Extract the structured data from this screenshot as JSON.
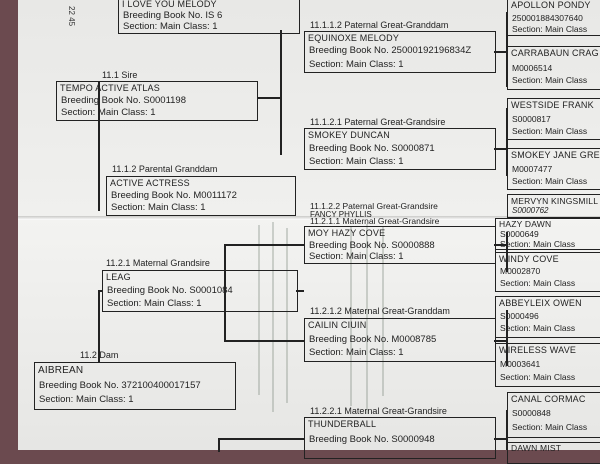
{
  "page_ref": "22 45",
  "top_labels": {
    "sire": "11.1 Sire",
    "parental_granddam": "11.1.2 Parental Granddam",
    "paternal_great_granddam": "11.1.1.2 Paternal Great-Granddam",
    "paternal_great_grandsire": "11.1.2.1 Paternal Great-Grandsire",
    "paternal_great_grandsire_2": "11.1.2.2 Paternal Great-Grandsire"
  },
  "bottom_labels": {
    "maternal_grandsire": "11.2.1 Maternal Grandsire",
    "dam": "11.2 Dam",
    "maternal_great_grandsire": "11.2.1.1 Maternal Great-Grandsire",
    "maternal_great_granddam": "11.2.1.2 Maternal Great-Granddam",
    "maternal_great_grandsire_2": "11.2.2.1 Maternal Great-Grandsire"
  },
  "boxes": {
    "i_love_you_melody": {
      "name": "I LOVE YOU MELODY",
      "book": "Breeding Book No. IS 6",
      "section": "Section: Main Class: 1"
    },
    "tempo_active_atlas": {
      "name": "TEMPO ACTIVE ATLAS",
      "book": "Breeding Book No. S0001198",
      "section": "Section: Main Class: 1"
    },
    "active_actress": {
      "name": "ACTIVE ACTRESS",
      "book": "Breeding Book No. M0011172",
      "section": "Section: Main Class: 1"
    },
    "equinoxe_melody": {
      "name": "EQUINOXE MELODY",
      "book": "Breeding Book No. 25000192196834Z",
      "section": "Section: Main Class: 1"
    },
    "smokey_duncan": {
      "name": "SMOKEY DUNCAN",
      "book": "Breeding Book No. S0000871",
      "section": "Section: Main Class: 1"
    },
    "fancy_phyllis": {
      "name": "FANCY PHYLLIS"
    },
    "leag": {
      "name": "LEAG",
      "book": "Breeding Book No. S0001084",
      "section": "Section: Main Class: 1"
    },
    "aibrean": {
      "name": "AIBREAN",
      "book": "Breeding Book No. 372100400017157",
      "section": "Section: Main Class: 1"
    },
    "moy_hazy_cove": {
      "name": "MOY HAZY COVE",
      "book": "Breeding Book No. S0000888",
      "section": "Section: Main Class: 1"
    },
    "cailin_ciuin": {
      "name": "CAILIN CIUIN",
      "book": "Breeding Book No. M0008785",
      "section": "Section: Main Class: 1"
    },
    "thunderball": {
      "name": "THUNDERBALL",
      "book": "Breeding Book No. S0000948"
    }
  },
  "right_column": [
    {
      "name": "APOLLON PONDY",
      "no": "250001884307640",
      "section": "Section: Main Class"
    },
    {
      "name": "CARRABAUN CRAG",
      "no": "M0006514",
      "section": "Section: Main Class"
    },
    {
      "name": "WESTSIDE FRANK",
      "no": "S0000817",
      "section": "Section: Main Class"
    },
    {
      "name": "SMOKEY JANE GREY",
      "no": "M0007477",
      "section": "Section: Main Class"
    },
    {
      "name": "MERVYN KINGSMILL",
      "no": "S0000762"
    },
    {
      "name": "HAZY DAWN",
      "no": "S0000649",
      "section": "Section: Main Class"
    },
    {
      "name": "WINDY COVE",
      "no": "M0002870",
      "section": "Section: Main Class"
    },
    {
      "name": "ABBEYLEIX OWEN",
      "no": "S0000496",
      "section": "Section: Main Class"
    },
    {
      "name": "WIRELESS WAVE",
      "no": "M0003641",
      "section": "Section: Main Class"
    },
    {
      "name": "CANAL CORMAC",
      "no": "S0000848",
      "section": "Section: Main Class"
    },
    {
      "name": "DAWN MIST"
    }
  ]
}
